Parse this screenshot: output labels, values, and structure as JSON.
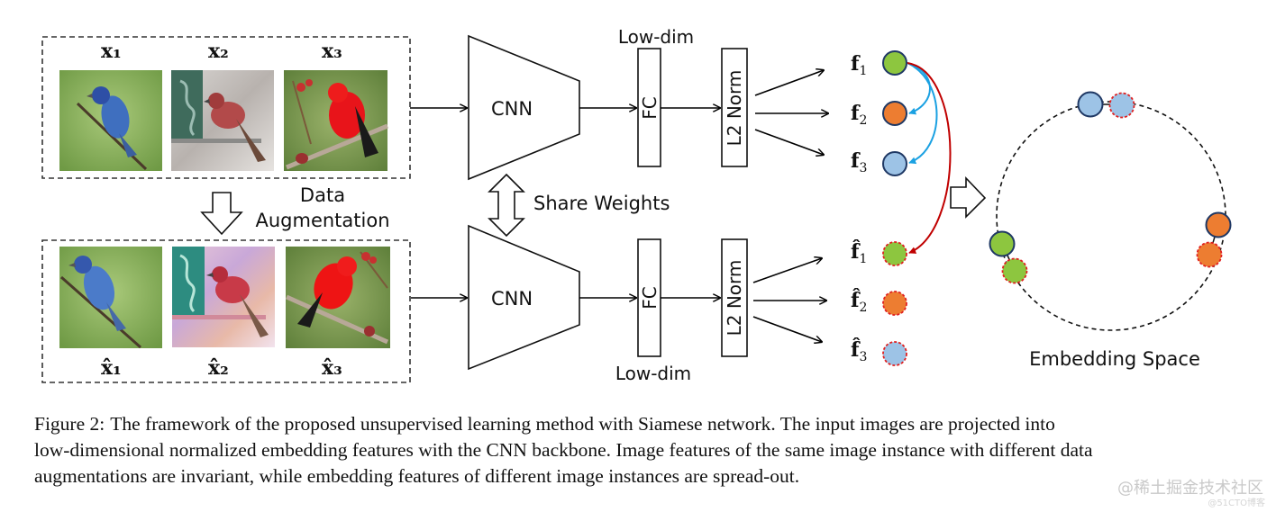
{
  "figure": {
    "top_row": {
      "labels": [
        "x₁",
        "x₂",
        "x₃"
      ],
      "images": [
        {
          "name": "blue-bird",
          "description": "Blue bird on branch"
        },
        {
          "name": "red-finch-feeder",
          "description": "Red finch at feeder"
        },
        {
          "name": "red-tanager",
          "description": "Scarlet tanager on branch"
        }
      ]
    },
    "bottom_row": {
      "labels": [
        "x̂₁",
        "x̂₂",
        "x̂₃"
      ],
      "images": [
        {
          "name": "blue-bird-augmented",
          "description": "Augmented blue bird"
        },
        {
          "name": "red-finch-augmented",
          "description": "Augmented red finch"
        },
        {
          "name": "red-tanager-augmented",
          "description": "Augmented scarlet tanager"
        }
      ]
    },
    "data_augmentation_label": [
      "Data",
      "Augmentation"
    ],
    "share_weights_label": "Share Weights",
    "top_branch": {
      "cnn_label": "CNN",
      "fc_label": "FC",
      "l2_label": "L2 Norm",
      "lowdim_label": "Low-dim"
    },
    "bottom_branch": {
      "cnn_label": "CNN",
      "fc_label": "FC",
      "l2_label": "L2 Norm",
      "lowdim_label": "Low-dim"
    },
    "features_top": [
      "f",
      "f",
      "f"
    ],
    "features_top_subscripts": [
      "1",
      "2",
      "3"
    ],
    "features_bottom": [
      "f̂",
      "f̂",
      "f̂"
    ],
    "features_bottom_subscripts": [
      "1",
      "2",
      "3"
    ],
    "feature_colors": [
      "#8dc63f",
      "#ed7d31",
      "#9dc3e6"
    ],
    "arrow_colors": {
      "negative": "#1ba1e2",
      "positive": "#c00000"
    },
    "embedding_space_label": "Embedding Space"
  },
  "caption": {
    "label": "Figure 2:",
    "lines": [
      "The framework of the proposed unsupervised learning method with Siamese network.  The input images are projected into",
      "low-dimensional normalized embedding features with the CNN backbone. Image features of the same image instance with different data",
      "augmentations are invariant, while embedding features of different image instances are spread-out."
    ]
  },
  "watermark": {
    "main": "@稀土掘金技术社区",
    "sub": "@51CTO博客"
  }
}
